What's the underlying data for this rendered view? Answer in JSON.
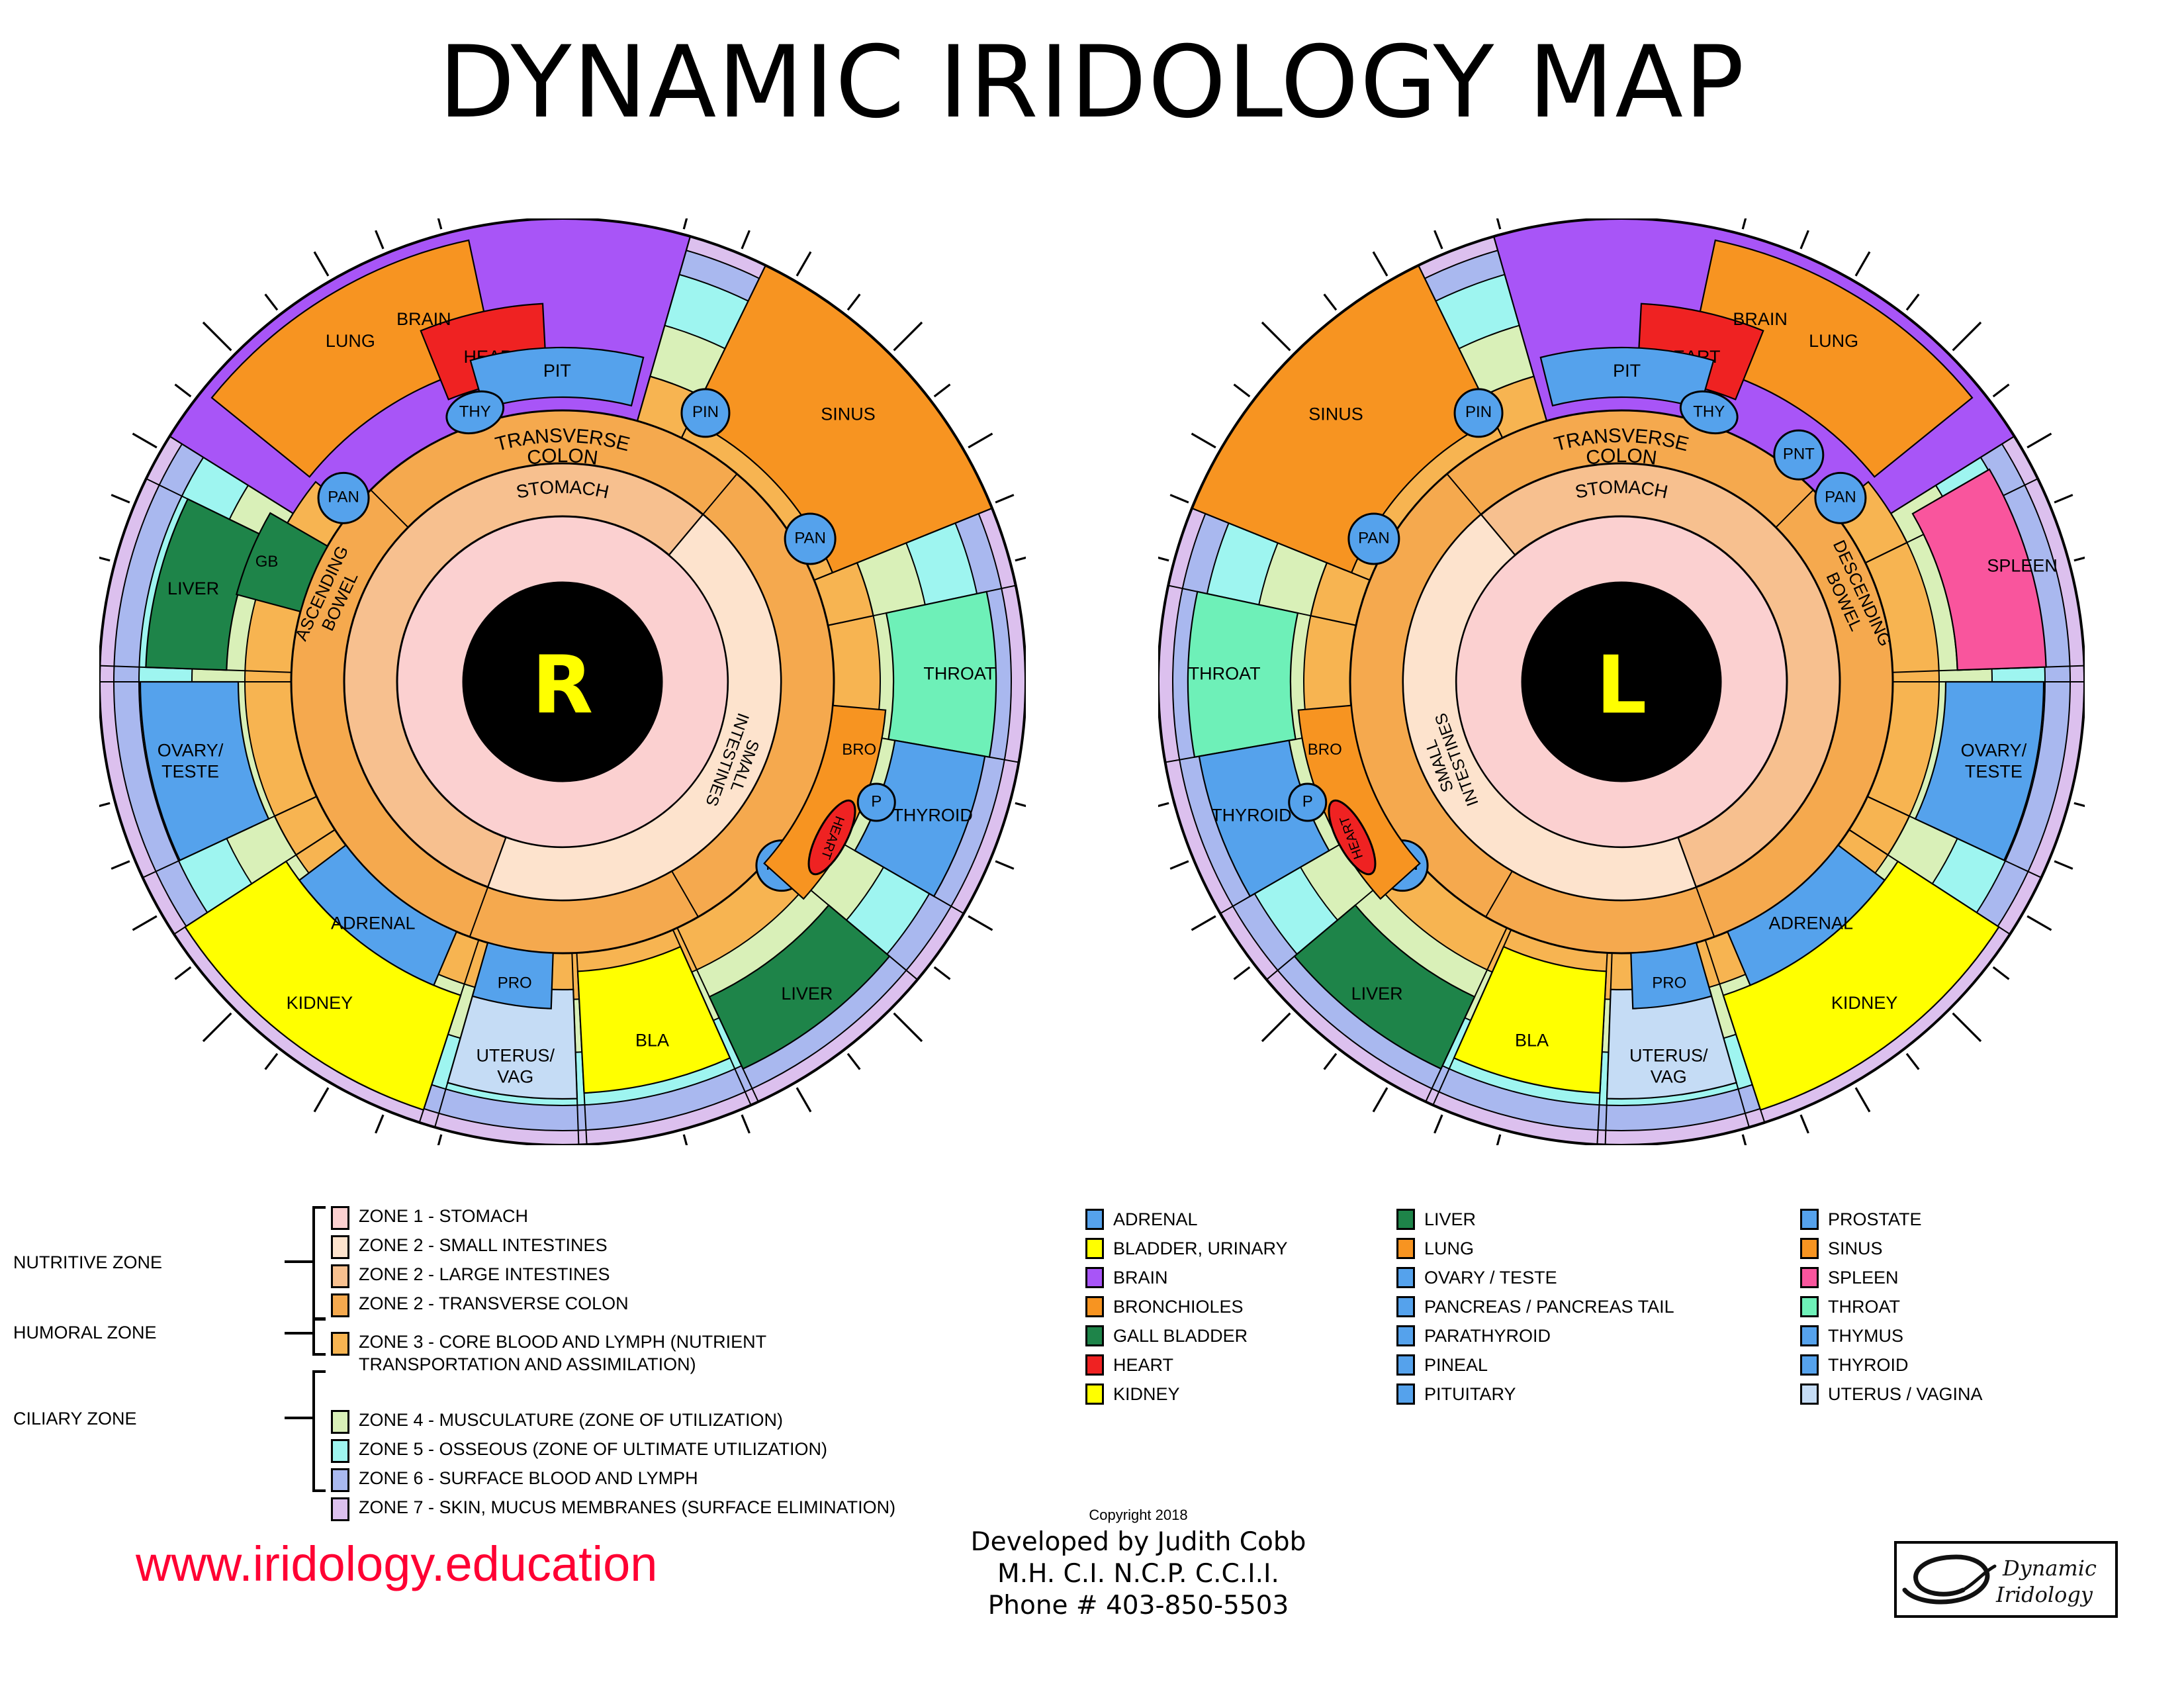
{
  "title": "DYNAMIC IRIDOLOGY MAP",
  "iris": {
    "right": {
      "center_letter": "R",
      "inner_rings": [
        {
          "name": "STOMACH",
          "color": "#fbd0d0"
        },
        {
          "name": "SMALL INTESTINES",
          "color": "#fde3cd"
        },
        {
          "name": "ASCENDING BOWEL",
          "color": "#f7c08f"
        },
        {
          "name": "TRANSVERSE COLON",
          "color": "#f5a94e"
        }
      ],
      "sectors": [
        {
          "label": "BRAIN",
          "color": "#a855f7"
        },
        {
          "label": "SINUS",
          "color": "#f79421"
        },
        {
          "label": "THROAT",
          "color": "#6ef0b8"
        },
        {
          "label": "THYROID",
          "color": "#55a2ec"
        },
        {
          "label": "LIVER",
          "color": "#1e8449"
        },
        {
          "label": "BLA",
          "color": "#ffff00"
        },
        {
          "label": "UTERUS/ VAG",
          "color": "#c5dcf5"
        },
        {
          "label": "KIDNEY",
          "color": "#ffff00"
        },
        {
          "label": "ADRENAL",
          "color": "#55a2ec"
        },
        {
          "label": "PRO",
          "color": "#55a2ec"
        },
        {
          "label": "OVARY/ TESTE",
          "color": "#55a2ec"
        },
        {
          "label": "LIVER",
          "color": "#1e8449"
        },
        {
          "label": "GB",
          "color": "#1e8449"
        },
        {
          "label": "HEART",
          "color": "#ef2222"
        },
        {
          "label": "LUNG",
          "color": "#f79421"
        },
        {
          "label": "BRO",
          "color": "#f79421"
        },
        {
          "label": "PIT",
          "color": "#55a2ec"
        },
        {
          "label": "PIN",
          "color": "#55a2ec"
        },
        {
          "label": "PAN",
          "color": "#55a2ec"
        },
        {
          "label": "THY",
          "color": "#55a2ec"
        },
        {
          "label": "P",
          "color": "#55a2ec"
        }
      ]
    },
    "left": {
      "center_letter": "L",
      "inner_rings": [
        {
          "name": "STOMACH",
          "color": "#fbd0d0"
        },
        {
          "name": "SMALL INTESTINES",
          "color": "#fde3cd"
        },
        {
          "name": "DESCENDING BOWEL",
          "color": "#f7c08f"
        },
        {
          "name": "TRANSVERSE COLON",
          "color": "#f5a94e"
        }
      ],
      "sectors": [
        {
          "label": "BRAIN",
          "color": "#a855f7"
        },
        {
          "label": "SINUS",
          "color": "#f79421"
        },
        {
          "label": "THROAT",
          "color": "#6ef0b8"
        },
        {
          "label": "THYROID",
          "color": "#55a2ec"
        },
        {
          "label": "LIVER",
          "color": "#1e8449"
        },
        {
          "label": "BLA",
          "color": "#ffff00"
        },
        {
          "label": "UTERUS/ VAG",
          "color": "#c5dcf5"
        },
        {
          "label": "KIDNEY",
          "color": "#ffff00"
        },
        {
          "label": "ADRENAL",
          "color": "#55a2ec"
        },
        {
          "label": "PRO",
          "color": "#55a2ec"
        },
        {
          "label": "OVARY/ TESTE",
          "color": "#55a2ec"
        },
        {
          "label": "SPLEEN",
          "color": "#f9559d"
        },
        {
          "label": "HEART",
          "color": "#ef2222"
        },
        {
          "label": "LUNG",
          "color": "#f79421"
        },
        {
          "label": "BRO",
          "color": "#f79421"
        },
        {
          "label": "PIT",
          "color": "#55a2ec"
        },
        {
          "label": "PIN",
          "color": "#55a2ec"
        },
        {
          "label": "PAN",
          "color": "#55a2ec"
        },
        {
          "label": "THY",
          "color": "#55a2ec"
        },
        {
          "label": "PNT",
          "color": "#55a2ec"
        },
        {
          "label": "P",
          "color": "#55a2ec"
        }
      ]
    }
  },
  "legend": {
    "brackets": [
      {
        "label": "NUTRITIVE ZONE"
      },
      {
        "label": "HUMORAL ZONE"
      },
      {
        "label": "CILIARY ZONE"
      }
    ],
    "zones": [
      {
        "label": "ZONE 1 - STOMACH",
        "color": "#fbd0d0"
      },
      {
        "label": "ZONE 2 - SMALL INTESTINES",
        "color": "#fde3cd"
      },
      {
        "label": "ZONE 2 - LARGE INTESTINES",
        "color": "#f7c08f"
      },
      {
        "label": "ZONE 2 - TRANSVERSE COLON",
        "color": "#f5a94e"
      },
      {
        "label": "ZONE 3 - CORE BLOOD AND LYMPH (NUTRIENT\nTRANSPORTATION AND ASSIMILATION)",
        "color": "#f7b451"
      },
      {
        "label": "ZONE 4 - MUSCULATURE (ZONE OF UTILIZATION)",
        "color": "#d9f0b8"
      },
      {
        "label": "ZONE 5 - OSSEOUS (ZONE OF ULTIMATE UTILIZATION)",
        "color": "#9ef5f0"
      },
      {
        "label": "ZONE 6 - SURFACE BLOOD AND LYMPH",
        "color": "#a9b8ef"
      },
      {
        "label": "ZONE 7 - SKIN, MUCUS MEMBRANES (SURFACE ELIMINATION)",
        "color": "#dcc0ee"
      }
    ],
    "organs_col1": [
      {
        "label": "ADRENAL",
        "color": "#55a2ec"
      },
      {
        "label": "BLADDER, URINARY",
        "color": "#ffff00"
      },
      {
        "label": "BRAIN",
        "color": "#a855f7"
      },
      {
        "label": "BRONCHIOLES",
        "color": "#f79421"
      },
      {
        "label": "GALL BLADDER",
        "color": "#1e8449"
      },
      {
        "label": "HEART",
        "color": "#ef2222"
      },
      {
        "label": "KIDNEY",
        "color": "#ffff00"
      }
    ],
    "organs_col2": [
      {
        "label": "LIVER",
        "color": "#1e8449"
      },
      {
        "label": "LUNG",
        "color": "#f79421"
      },
      {
        "label": "OVARY / TESTE",
        "color": "#55a2ec"
      },
      {
        "label": "PANCREAS / PANCREAS TAIL",
        "color": "#55a2ec"
      },
      {
        "label": "PARATHYROID",
        "color": "#55a2ec"
      },
      {
        "label": "PINEAL",
        "color": "#55a2ec"
      },
      {
        "label": "PITUITARY",
        "color": "#55a2ec"
      }
    ],
    "organs_col3": [
      {
        "label": "PROSTATE",
        "color": "#55a2ec"
      },
      {
        "label": "SINUS",
        "color": "#f79421"
      },
      {
        "label": "SPLEEN",
        "color": "#f9559d"
      },
      {
        "label": "THROAT",
        "color": "#6ef0b8"
      },
      {
        "label": "THYMUS",
        "color": "#55a2ec"
      },
      {
        "label": "THYROID",
        "color": "#55a2ec"
      },
      {
        "label": "UTERUS / VAGINA",
        "color": "#c5dcf5"
      }
    ]
  },
  "footer": {
    "url": "www.iridology.education",
    "copyright": "Copyright 2018",
    "developed_by": "Developed by Judith Cobb",
    "credentials": "M.H.  C.I.  N.C.P.  C.C.I.I.",
    "phone": "Phone # 403-850-5503",
    "logo_line1": "Dynamic",
    "logo_line2": "Iridology"
  }
}
